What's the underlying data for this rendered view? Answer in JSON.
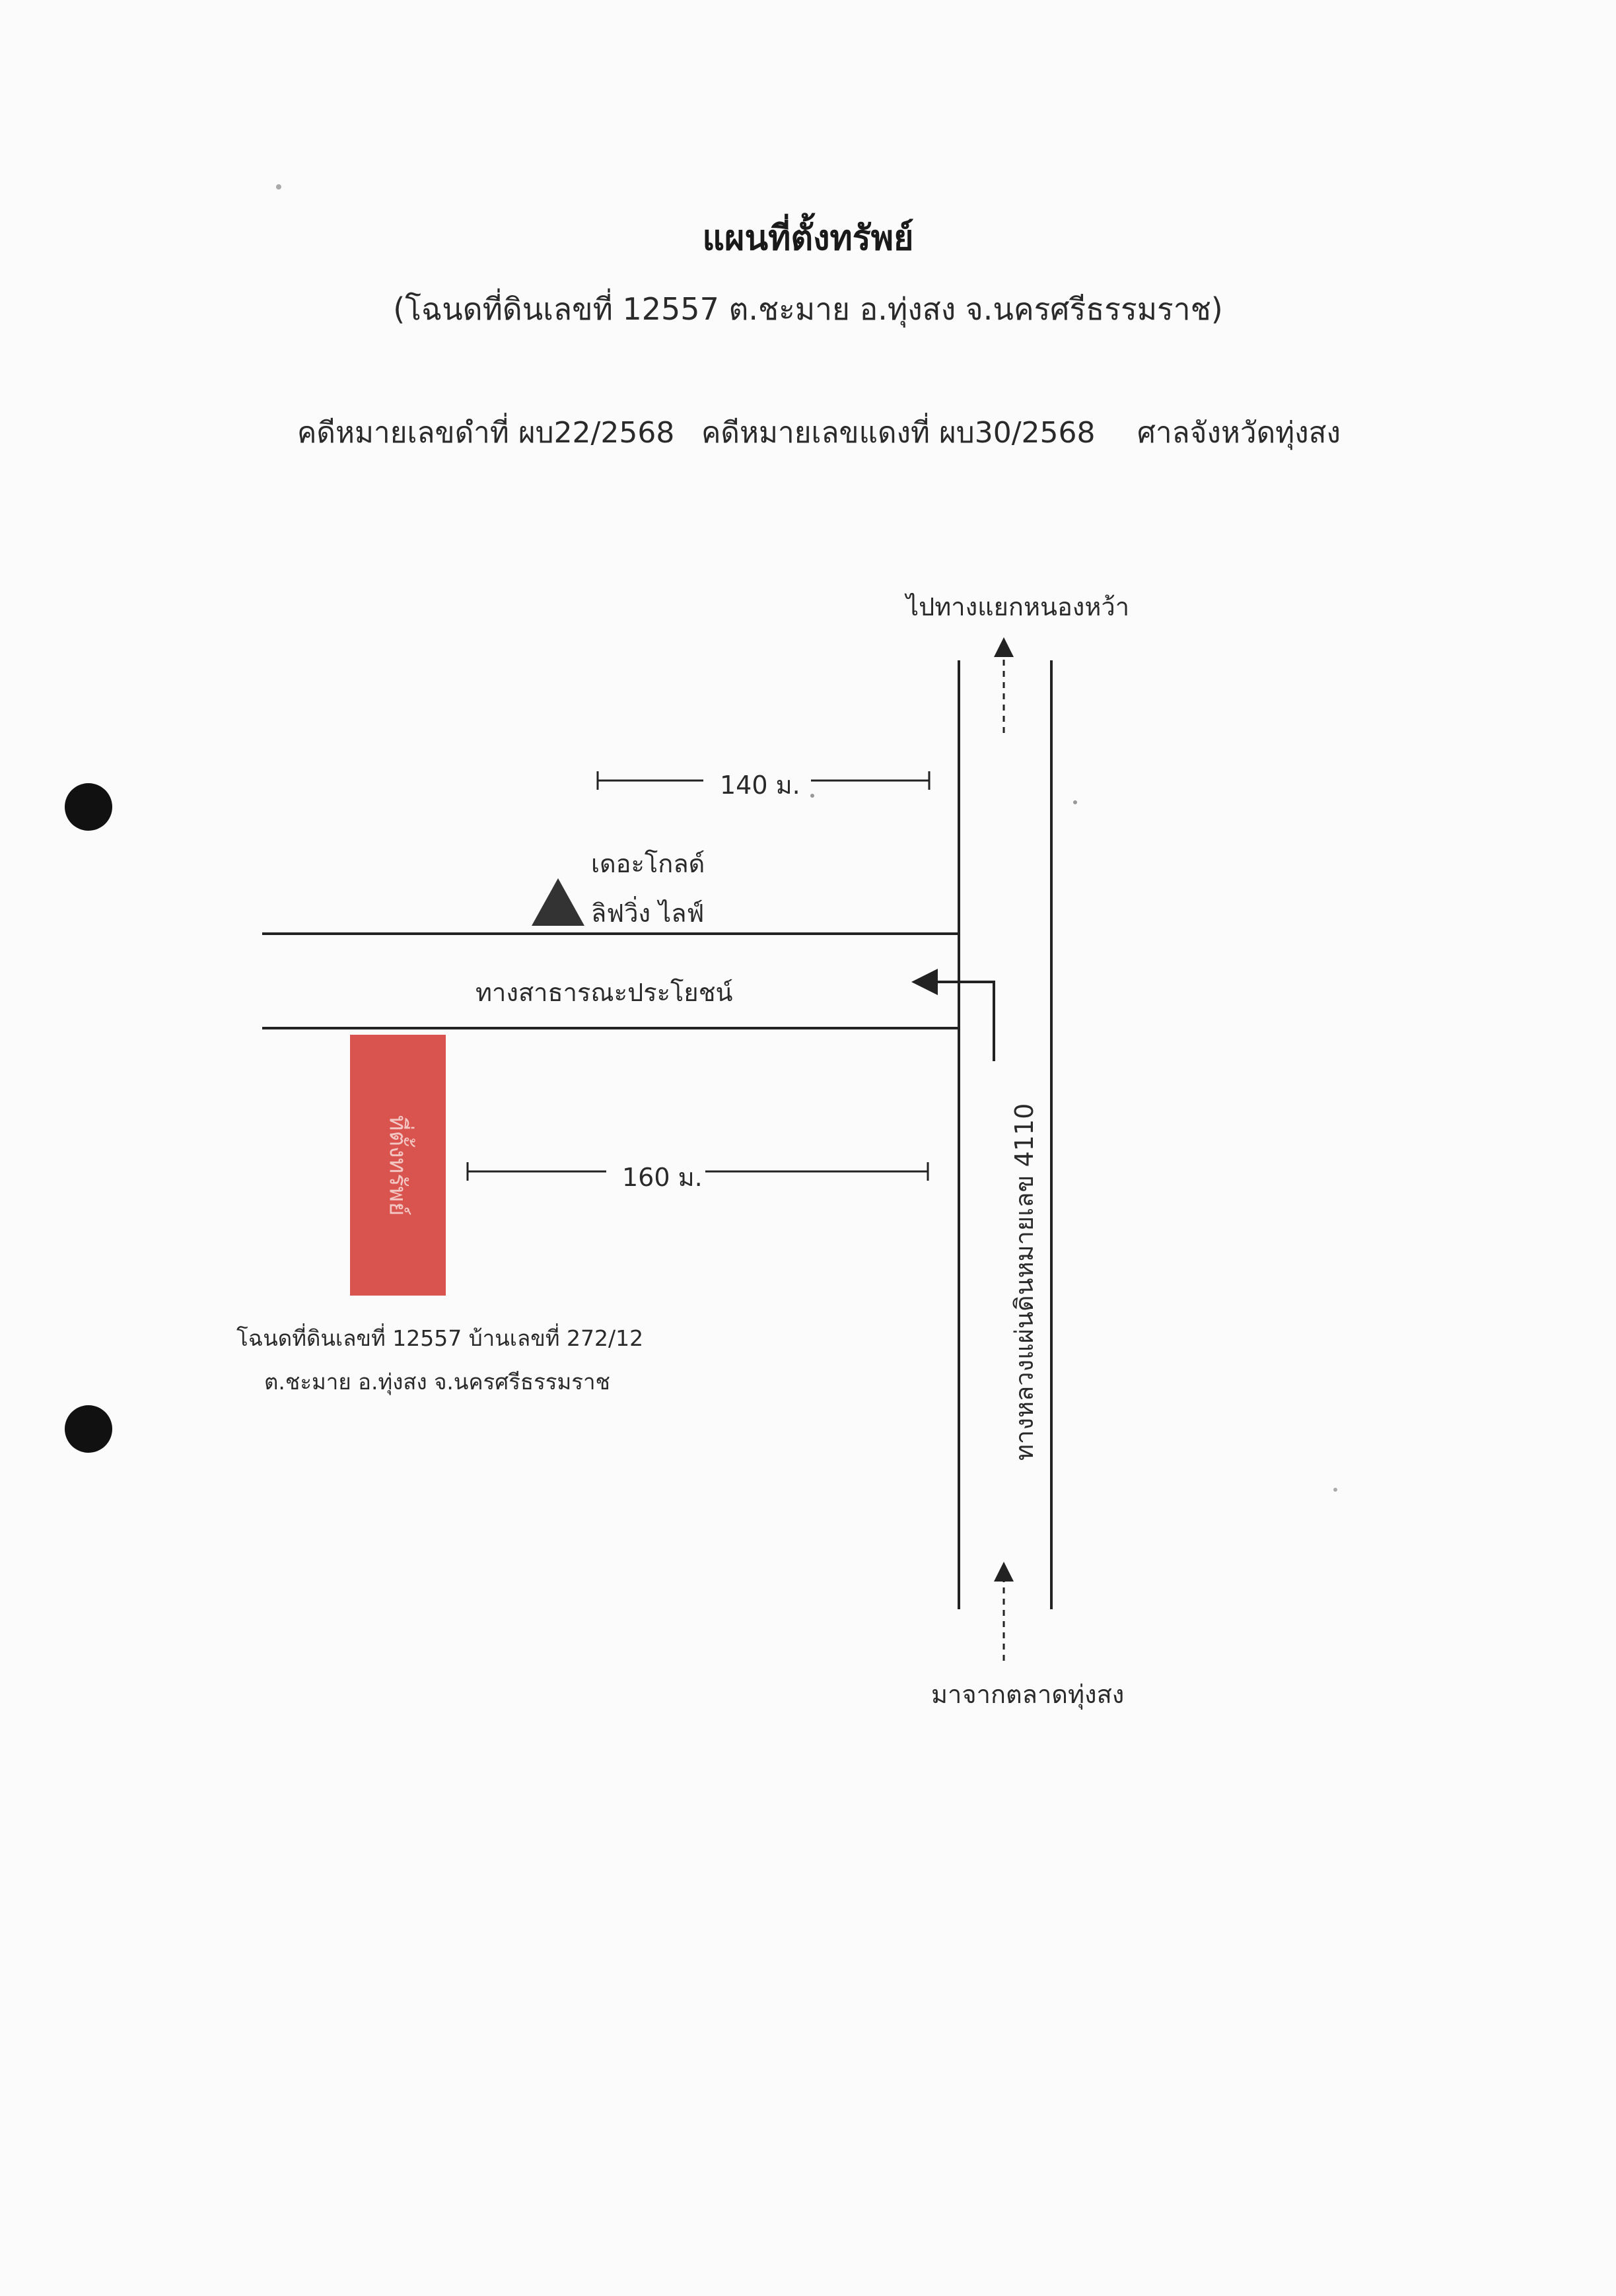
{
  "title": "แผนที่ตั้งทรัพย์",
  "subtitle": "(โฉนดที่ดินเลขที่ 12557 ต.ชะมาย อ.ทุ่งสง จ.นครศรีธรรมราช)",
  "case_info": {
    "black_case": "คดีหมายเลขดำที่ ผบ22/2568",
    "red_case": "คดีหมายเลขแดงที่ ผบ30/2568",
    "court": "ศาลจังหวัดทุ่งสง"
  },
  "map_labels": {
    "north_destination": "ไปทางแยกหนองหว้า",
    "south_origin": "มาจากตลาดทุ่งสง",
    "distance_upper": "140 ม.",
    "distance_lower": "160 ม.",
    "landmark_line1": "เดอะโกลด์",
    "landmark_line2": "ลิฟวิ่ง ไลฟ์",
    "public_road": "ทางสาธารณะประโยชน์",
    "highway": "ทางหลวงแผ่นดินหมายเลข 4110",
    "property_label": "ที่ตั้งทรัพย์",
    "deed_line1": "โฉนดที่ดินเลขที่ 12557 บ้านเลขที่ 272/12",
    "deed_line2": "ต.ชะมาย อ.ทุ่งสง จ.นครศรีธรรมราช"
  },
  "colors": {
    "property": "#d9534f",
    "ink": "#222222",
    "paper": "#fbfbfb"
  },
  "icons": {
    "landmark": "triangle-marker-icon",
    "direction": "arrow-icon"
  }
}
